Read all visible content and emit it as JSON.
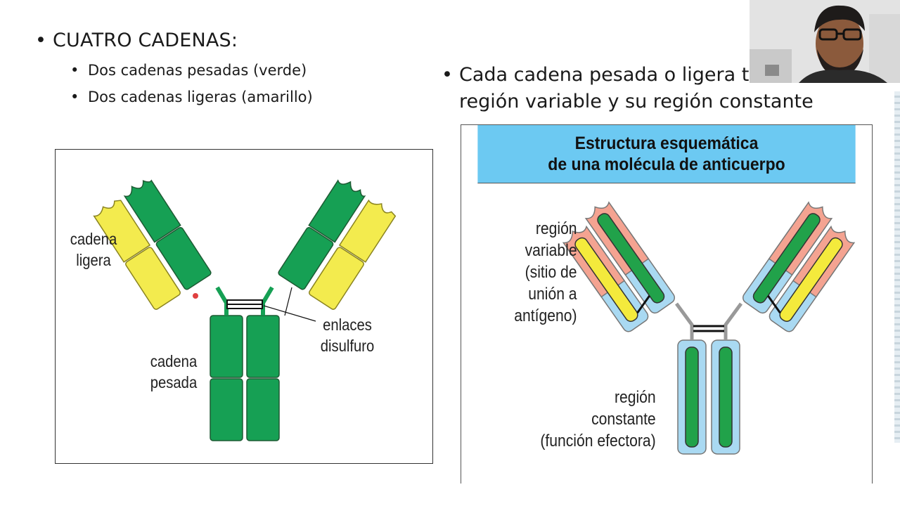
{
  "slide": {
    "main_bullet": "CUATRO CADENAS:",
    "sub_bullets": [
      "Dos cadenas pesadas (verde)",
      "Dos cadenas ligeras (amarillo)"
    ],
    "right_bullet_line1": "Cada cadena pesada o ligera t",
    "right_bullet_line2": "región variable y su región constante"
  },
  "left_diagram": {
    "label_light_line1": "cadena",
    "label_light_line2": "ligera",
    "label_heavy_line1": "cadena",
    "label_heavy_line2": "pesada",
    "label_bonds_line1": "enlaces",
    "label_bonds_line2": "disulfuro",
    "colors": {
      "heavy": "#16a054",
      "light": "#f3eb4e",
      "outline": "#1d5a33"
    }
  },
  "right_diagram": {
    "title_line1": "Estructura esquemática",
    "title_line2": "de una molécula de anticuerpo",
    "label_variable": [
      "región",
      "variable",
      "(sitio de",
      "unión a",
      "antígeno)"
    ],
    "label_constant": [
      "región",
      "constante",
      "(función efectora)"
    ],
    "colors": {
      "header": "#6cc9f2",
      "variable": "#f4a391",
      "constant": "#a9d9f2",
      "heavy_core": "#21a24a",
      "light_core": "#f4ea3c"
    }
  }
}
